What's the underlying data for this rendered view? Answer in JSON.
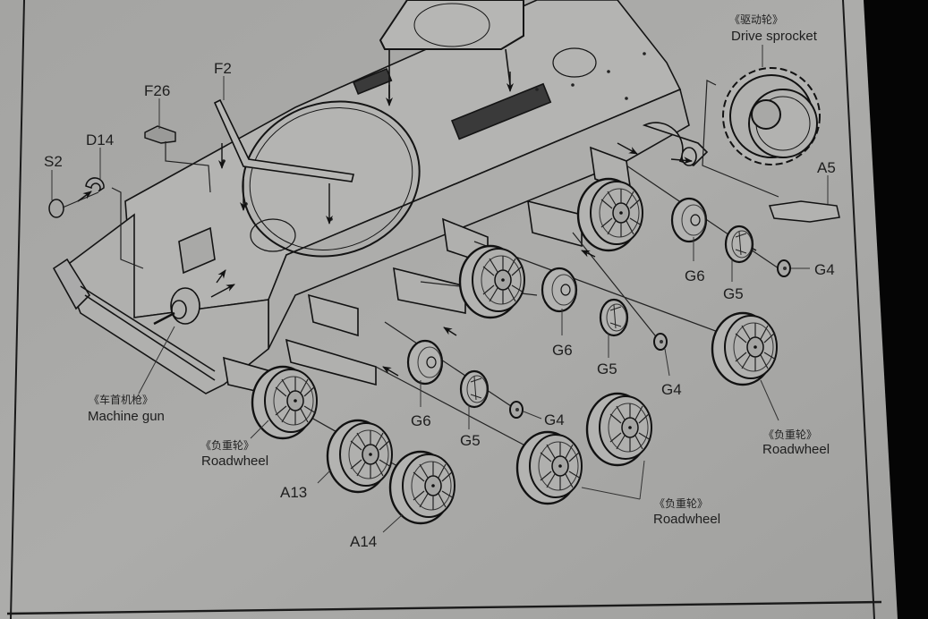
{
  "document": {
    "type": "Model kit assembly instruction sheet",
    "subject": "Tank hull and running gear (suspension) assembly"
  },
  "callouts": {
    "drive_sprocket": {
      "cn": "《驱动轮》",
      "en": "Drive sprocket"
    },
    "machine_gun": {
      "cn": "《车首机枪》",
      "en": "Machine gun"
    },
    "roadwheel_left": {
      "cn": "《负重轮》",
      "en": "Roadwheel"
    },
    "roadwheel_bottom": {
      "cn": "《负重轮》",
      "en": "Roadwheel"
    },
    "roadwheel_right": {
      "cn": "《负重轮》",
      "en": "Roadwheel"
    }
  },
  "part_labels": {
    "S2": "S2",
    "D14": "D14",
    "F26": "F26",
    "F2": "F2",
    "A5": "A5",
    "A13": "A13",
    "A14": "A14",
    "G6_a": "G6",
    "G5_a": "G5",
    "G4_a": "G4",
    "G6_b": "G6",
    "G5_b": "G5",
    "G4_b": "G4",
    "G6_c": "G6",
    "G5_c": "G5",
    "G4_c": "G4"
  },
  "colors": {
    "paper": "#a9a9a7",
    "ink": "#1c1c1c",
    "background": "#050505"
  }
}
